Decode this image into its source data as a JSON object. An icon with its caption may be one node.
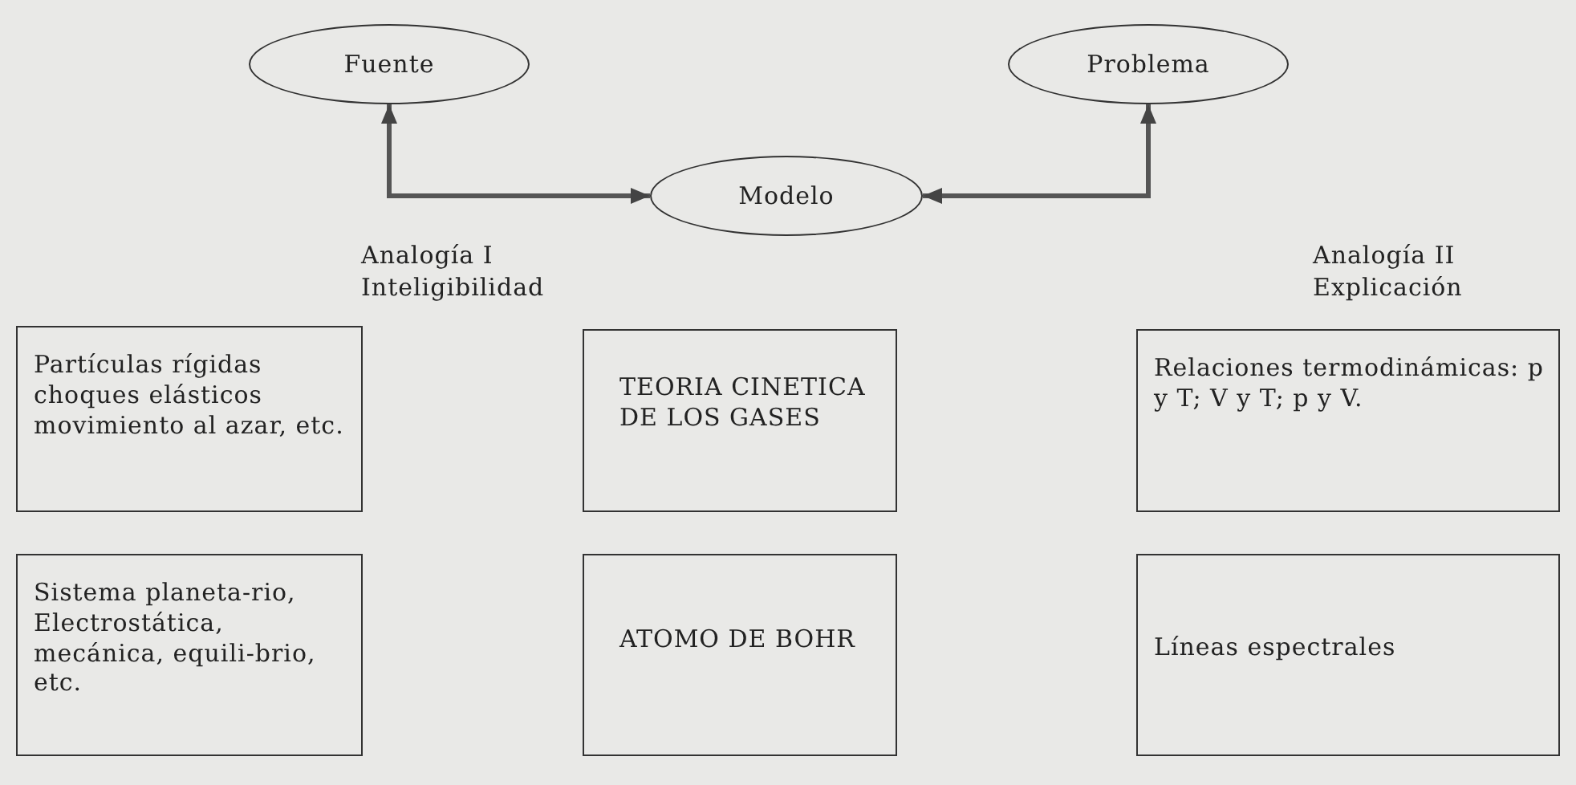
{
  "diagram": {
    "nodes": [
      {
        "text": [
          "Fuente"
        ]
      },
      {
        "text": [
          "Modelo"
        ]
      },
      {
        "text": [
          "Problema"
        ]
      },
      {
        "text": [
          "Partículas rígidas choques elásticos movimiento al azar, etc."
        ]
      },
      {
        "text": [
          "TEORIA CINETICA DE LOS GASES"
        ]
      },
      {
        "text": [
          "Relaciones termodinámicas: p y T;  V y T; p y V."
        ]
      },
      {
        "text": [
          "Sistema planeta-rio, Electrostática, mecánica, equili-brio, etc."
        ]
      },
      {
        "text": [
          "ATOMO DE BOHR"
        ]
      },
      {
        "text": [
          "Líneas espectrales"
        ]
      }
    ],
    "edges": [
      {
        "from": 0,
        "to": 1,
        "arrow": "both"
      },
      {
        "from": 1,
        "to": 2,
        "arrow": "both"
      }
    ],
    "labels": [
      "Analogía I Inteligibilidad",
      "Analogía II Explicación"
    ]
  }
}
